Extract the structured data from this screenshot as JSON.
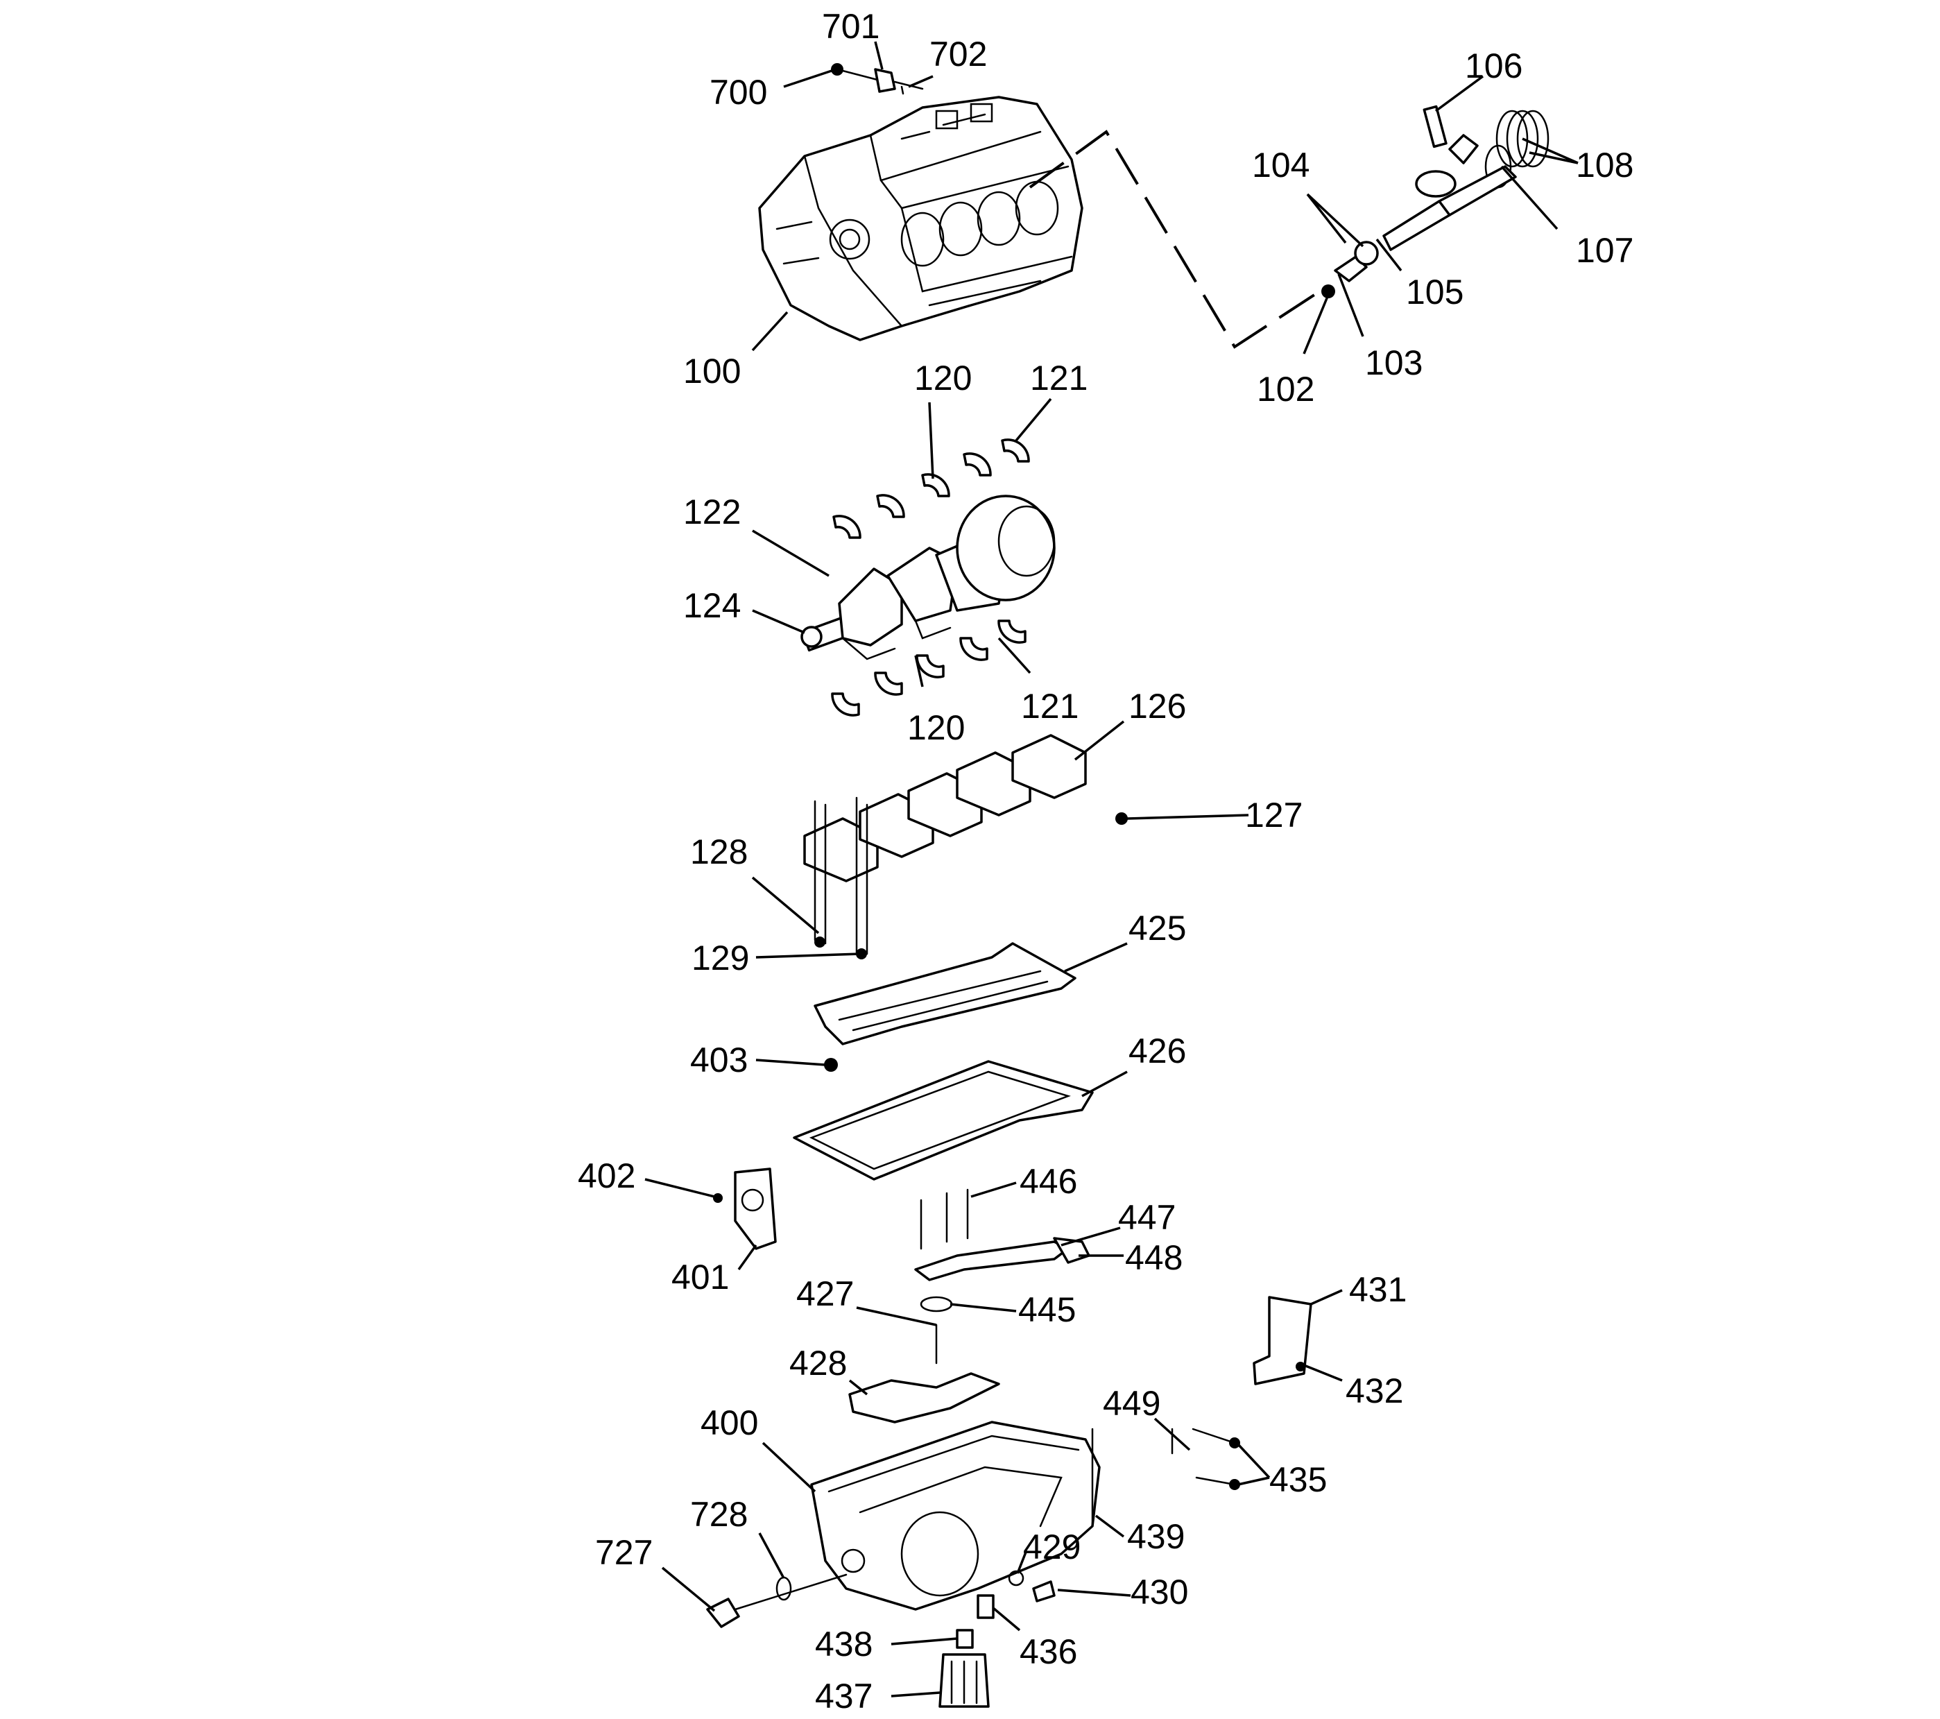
{
  "callouts": [
    {
      "id": "c701",
      "text": "701"
    },
    {
      "id": "c702",
      "text": "702"
    },
    {
      "id": "c700",
      "text": "700"
    },
    {
      "id": "c106",
      "text": "106"
    },
    {
      "id": "c104",
      "text": "104"
    },
    {
      "id": "c108",
      "text": "108"
    },
    {
      "id": "c107",
      "text": "107"
    },
    {
      "id": "c105",
      "text": "105"
    },
    {
      "id": "c103",
      "text": "103"
    },
    {
      "id": "c102",
      "text": "102"
    },
    {
      "id": "c100",
      "text": "100"
    },
    {
      "id": "c120a",
      "text": "120"
    },
    {
      "id": "c121a",
      "text": "121"
    },
    {
      "id": "c122",
      "text": "122"
    },
    {
      "id": "c124",
      "text": "124"
    },
    {
      "id": "c120b",
      "text": "120"
    },
    {
      "id": "c121b",
      "text": "121"
    },
    {
      "id": "c126",
      "text": "126"
    },
    {
      "id": "c127",
      "text": "127"
    },
    {
      "id": "c128",
      "text": "128"
    },
    {
      "id": "c129",
      "text": "129"
    },
    {
      "id": "c425",
      "text": "425"
    },
    {
      "id": "c403",
      "text": "403"
    },
    {
      "id": "c426",
      "text": "426"
    },
    {
      "id": "c402",
      "text": "402"
    },
    {
      "id": "c446",
      "text": "446"
    },
    {
      "id": "c447",
      "text": "447"
    },
    {
      "id": "c448",
      "text": "448"
    },
    {
      "id": "c401",
      "text": "401"
    },
    {
      "id": "c431",
      "text": "431"
    },
    {
      "id": "c427",
      "text": "427"
    },
    {
      "id": "c445",
      "text": "445"
    },
    {
      "id": "c428",
      "text": "428"
    },
    {
      "id": "c432",
      "text": "432"
    },
    {
      "id": "c449",
      "text": "449"
    },
    {
      "id": "c400",
      "text": "400"
    },
    {
      "id": "c435",
      "text": "435"
    },
    {
      "id": "c728",
      "text": "728"
    },
    {
      "id": "c727",
      "text": "727"
    },
    {
      "id": "c429",
      "text": "429"
    },
    {
      "id": "c439",
      "text": "439"
    },
    {
      "id": "c430",
      "text": "430"
    },
    {
      "id": "c438",
      "text": "438"
    },
    {
      "id": "c436",
      "text": "436"
    },
    {
      "id": "c437",
      "text": "437"
    }
  ]
}
